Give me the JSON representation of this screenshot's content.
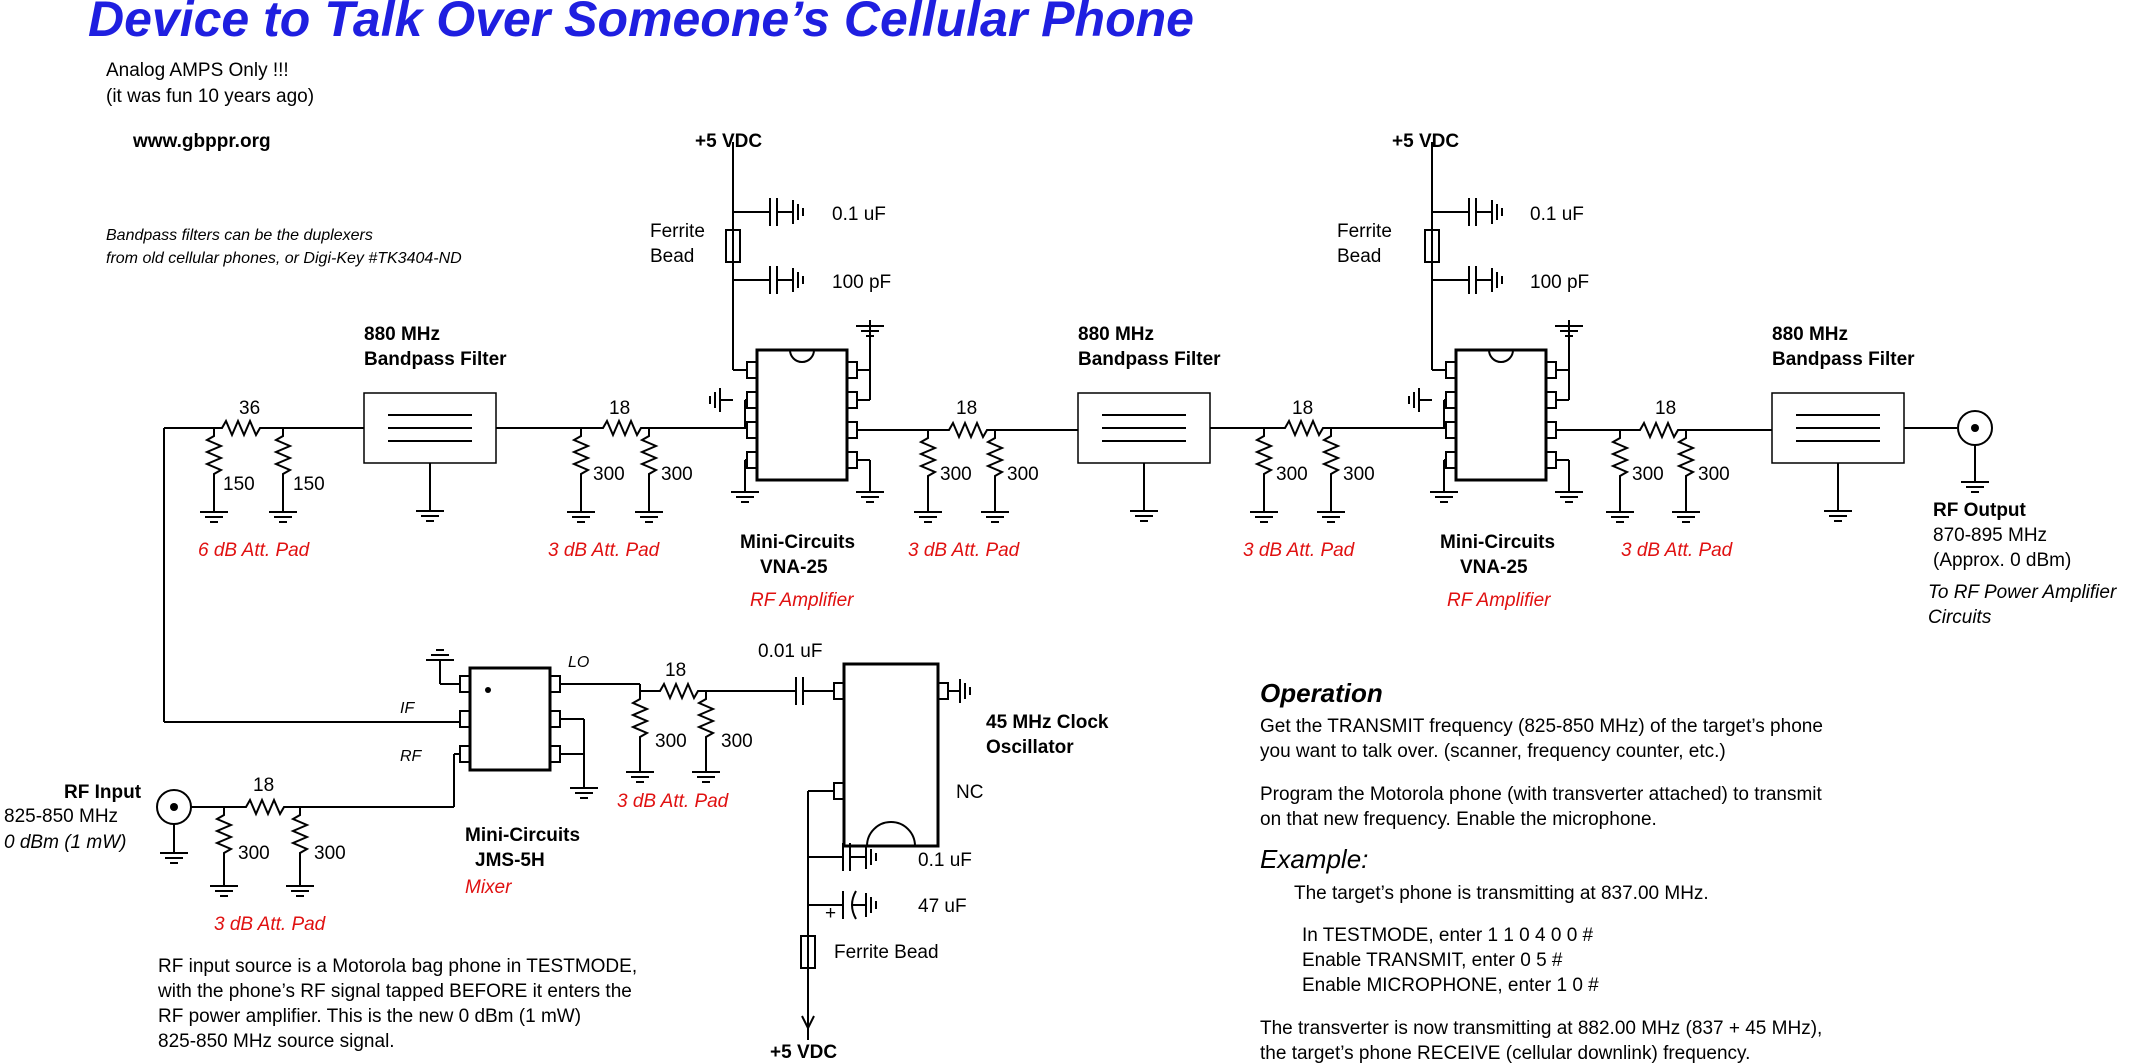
{
  "title": "Device to Talk Over Someone’s Cellular Phone",
  "notes": {
    "amps_1": "Analog AMPS Only !!!",
    "amps_2": "(it was fun 10 years ago)",
    "website": "www.gbppr.org",
    "filter_note_1": "Bandpass filters can be the duplexers",
    "filter_note_2": "from old cellular phones, or Digi-Key #TK3404-ND"
  },
  "power": {
    "vdc": "+5 VDC"
  },
  "parts": {
    "bead_1": "Ferrite",
    "bead_2": "Bead",
    "ferrite_bead": "Ferrite Bead",
    "cap_01uf": "0.1 uF",
    "cap_100pf": "100 pF",
    "cap_001uf": "0.01 uF",
    "cap_47uf": "47 uF",
    "cap_plus": "+",
    "r36": "36",
    "r18": "18",
    "r150": "150",
    "r300": "300",
    "filter_line1": "880 MHz",
    "filter_line2": "Bandpass Filter",
    "amp_line1": "Mini-Circuits",
    "amp_line2": "VNA-25",
    "amp_role": "RF Amplifier",
    "mixer_line1": "Mini-Circuits",
    "mixer_line2": "JMS-5H",
    "mixer_role": "Mixer",
    "osc_line1": "45 MHz Clock",
    "osc_line2": "Oscillator",
    "nc": "NC",
    "lo": "LO",
    "if": "IF",
    "rf": "RF"
  },
  "pads": {
    "pad6": "6 dB Att. Pad",
    "pad3": "3 dB Att. Pad"
  },
  "rf_input": {
    "label": "RF Input",
    "freq": "825-850 MHz",
    "level": "0 dBm (1 mW)",
    "note_1": "RF input source is a Motorola bag phone in TESTMODE,",
    "note_2": "with the phone’s RF signal tapped BEFORE it enters the",
    "note_3": "RF power amplifier.  This is the new 0 dBm (1 mW)",
    "note_4": "825-850 MHz source signal."
  },
  "rf_output": {
    "label": "RF Output",
    "freq": "870-895 MHz",
    "level": "(Approx. 0 dBm)",
    "note_1": "To RF Power Amplifier",
    "note_2": "Circuits"
  },
  "operation": {
    "heading": "Operation",
    "p1_1": "Get the TRANSMIT frequency (825-850 MHz) of the target’s phone",
    "p1_2": "you want to talk over.  (scanner, frequency counter, etc.)",
    "p2_1": "Program the Motorola phone (with transverter attached) to transmit",
    "p2_2": "on that new frequency.  Enable the microphone.",
    "example_heading": "Example:",
    "ex_1": "The target’s phone is transmitting at 837.00 MHz.",
    "ex_2": "In TESTMODE, enter 1 1 0 4 0 0 #",
    "ex_3": "Enable TRANSMIT, enter 0 5 #",
    "ex_4": "Enable MICROPHONE, enter 1 0 #",
    "final_1": "The transverter is now transmitting at 882.00 MHz (837 + 45 MHz),",
    "final_2": "the target’s phone RECEIVE (cellular downlink) frequency."
  },
  "colors": {
    "title": "#1f1fe0",
    "annotation": "#e01010"
  }
}
